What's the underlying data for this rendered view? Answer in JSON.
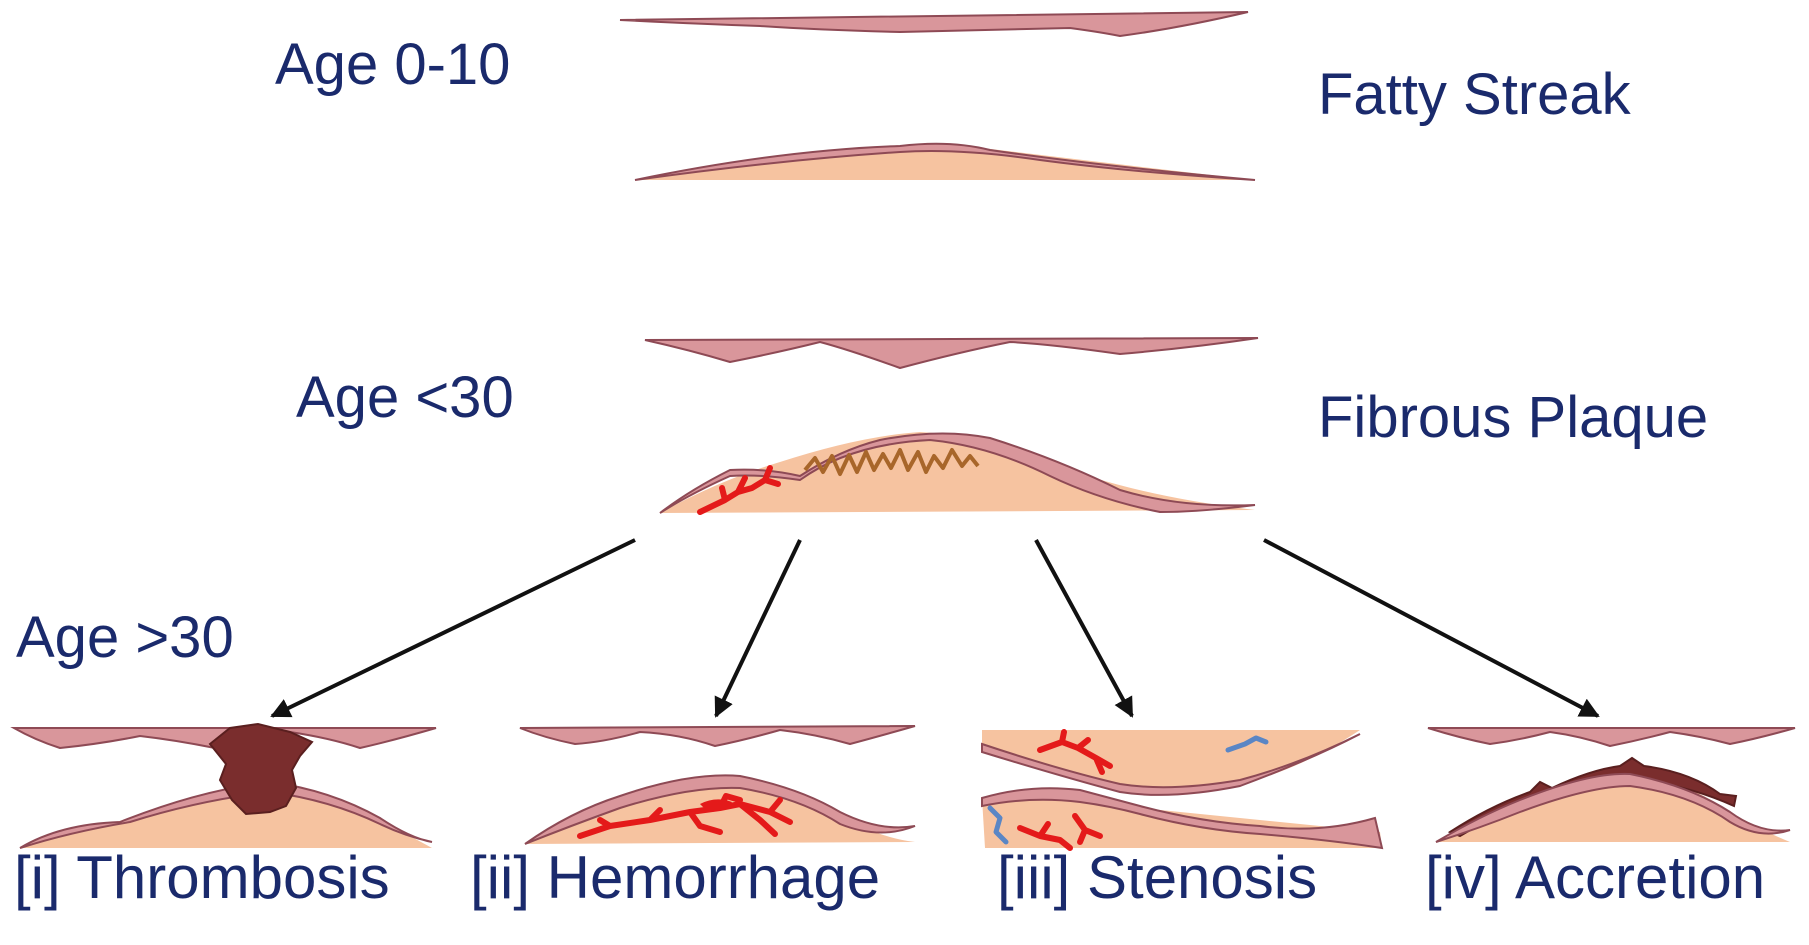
{
  "colors": {
    "text": "#1a2a6c",
    "wall": "#d9969b",
    "wall_stroke": "#8e4a55",
    "lipid": "#f6c3a0",
    "collagen": "#a8662a",
    "vessel": "#e41a1a",
    "thrombus": "#7a2d2d",
    "calcium": "#5a86c5",
    "arrow": "#111111"
  },
  "stages": [
    {
      "age": "Age 0-10",
      "name": "Fatty Streak"
    },
    {
      "age": "Age <30",
      "name": "Fibrous Plaque"
    }
  ],
  "branch_age": "Age >30",
  "outcomes": [
    {
      "label": "[i] Thrombosis"
    },
    {
      "label": "[ii] Hemorrhage"
    },
    {
      "label": "[iii] Stenosis"
    },
    {
      "label": "[iv] Accretion"
    }
  ]
}
